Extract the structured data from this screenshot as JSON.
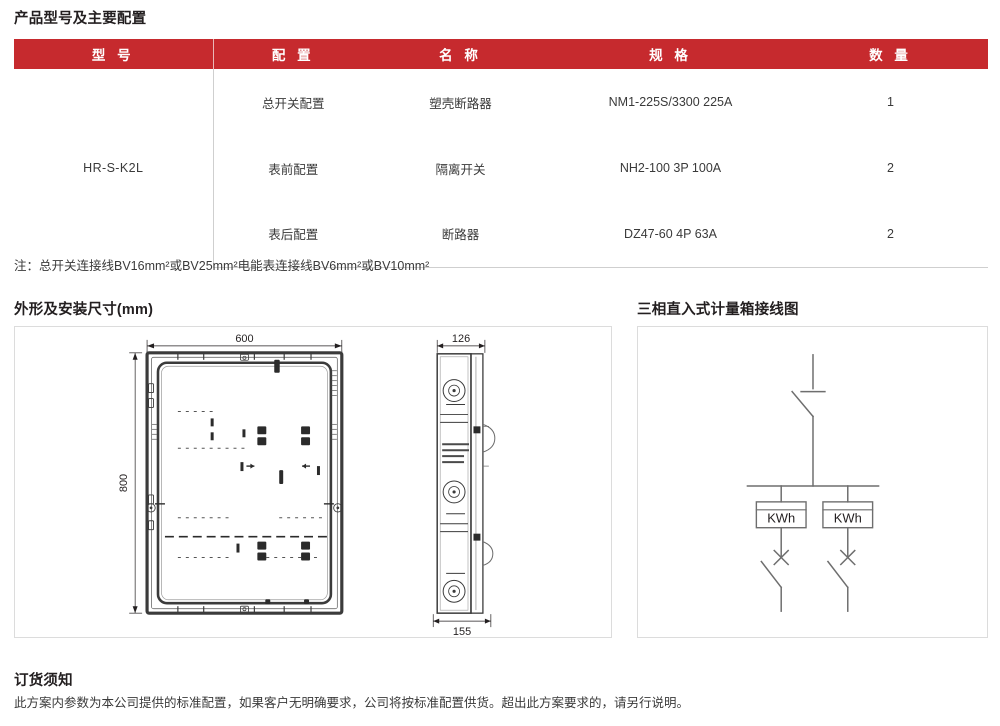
{
  "document": {
    "sections": {
      "config_title": "产品型号及主要配置",
      "dimension_title": "外形及安装尺寸(mm)",
      "wiring_title": "三相直入式计量箱接线图",
      "order_title": "订货须知"
    },
    "colors": {
      "header_red": "#c62a2e",
      "text_dark": "#231f20",
      "text_body": "#3a3a3a",
      "panel_border": "#dcdcdc",
      "table_rule": "#cfcfcf"
    }
  },
  "config_table": {
    "headers": {
      "model": "型 号",
      "configuration": "配 置",
      "name": "名 称",
      "spec": "规 格",
      "qty": "数 量"
    },
    "model": "HR-S-K2L",
    "rows": [
      {
        "configuration": "总开关配置",
        "name": "塑壳断路器",
        "spec": "NM1-225S/3300 225A",
        "qty": "1"
      },
      {
        "configuration": "表前配置",
        "name": "隔离开关",
        "spec": "NH2-100 3P 100A",
        "qty": "2"
      },
      {
        "configuration": "表后配置",
        "name": "断路器",
        "spec": "DZ47-60 4P 63A",
        "qty": "2"
      }
    ],
    "note": "注：总开关连接线BV16mm²或BV25mm²电能表连接线BV6mm²或BV10mm²"
  },
  "dimension_drawing": {
    "front_view": {
      "width_label": "600",
      "height_label": "800"
    },
    "side_view": {
      "top_label": "126",
      "bottom_label": "155"
    }
  },
  "wiring_diagram": {
    "meter_label_left": "KWh",
    "meter_label_right": "KWh",
    "meter_count": 2
  },
  "order_notice": {
    "text": "此方案内参数为本公司提供的标准配置，如果客户无明确要求，公司将按标准配置供货。超出此方案要求的，请另行说明。"
  }
}
